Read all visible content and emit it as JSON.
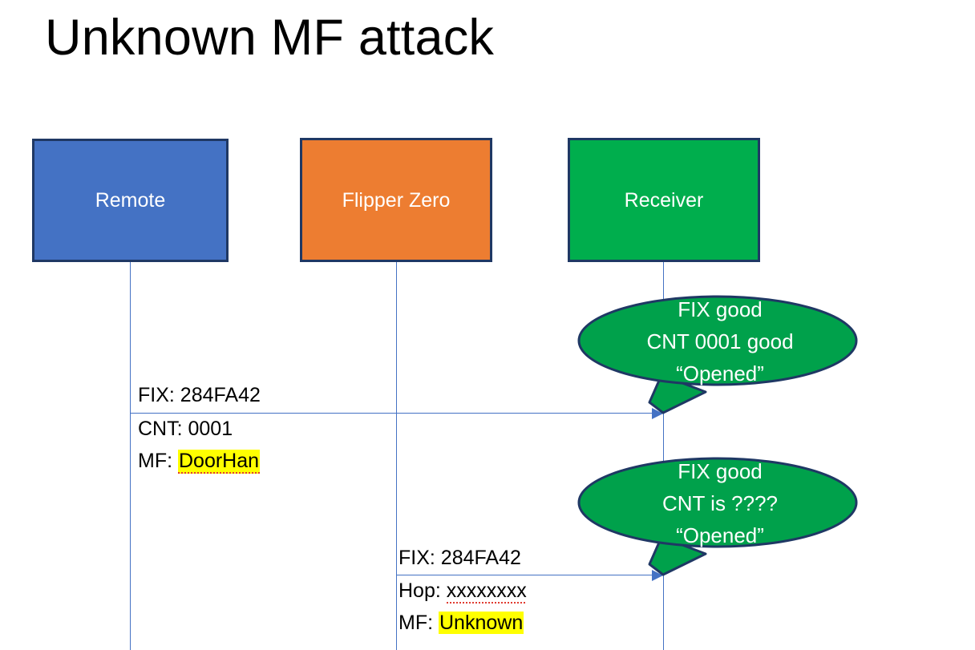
{
  "slide": {
    "title": "Unknown MF attack",
    "background": "#FFFFFF"
  },
  "colors": {
    "remote_fill": "#4472C4",
    "flipper_fill": "#ED7D31",
    "receiver_fill": "#00AE4D",
    "box_border": "#1F3864",
    "line": "#4472C4",
    "callout_fill": "#00A14B",
    "callout_border": "#1F3864",
    "highlight": "#FFFF00",
    "spellcheck_underline": "#E03C31",
    "text_dark": "#000000",
    "text_light": "#FFFFFF"
  },
  "actors": [
    {
      "id": "remote",
      "label": "Remote"
    },
    {
      "id": "flipper",
      "label": "Flipper Zero"
    },
    {
      "id": "receiver",
      "label": "Receiver"
    }
  ],
  "messages": [
    {
      "id": "msg-remote-to-receiver",
      "lines": [
        {
          "prefix": "FIX: ",
          "value": "284FA42",
          "highlight": false,
          "spellcheck": false
        },
        {
          "prefix": "CNT: ",
          "value": "0001",
          "highlight": false,
          "spellcheck": false
        },
        {
          "prefix": "MF: ",
          "value": "DoorHan",
          "highlight": true,
          "spellcheck": true
        }
      ]
    },
    {
      "id": "msg-flipper-to-receiver",
      "lines": [
        {
          "prefix": "FIX: ",
          "value": "284FA42",
          "highlight": false,
          "spellcheck": false
        },
        {
          "prefix": "Hop: ",
          "value": "xxxxxxxx",
          "highlight": false,
          "spellcheck": true
        },
        {
          "prefix": "MF: ",
          "value": "Unknown",
          "highlight": true,
          "spellcheck": false
        }
      ]
    }
  ],
  "callouts": [
    {
      "id": "callout-first",
      "lines": [
        "FIX good",
        "CNT 0001 good",
        "“Opened”"
      ]
    },
    {
      "id": "callout-second",
      "lines": [
        "FIX good",
        "CNT is ????",
        "“Opened”"
      ]
    }
  ]
}
